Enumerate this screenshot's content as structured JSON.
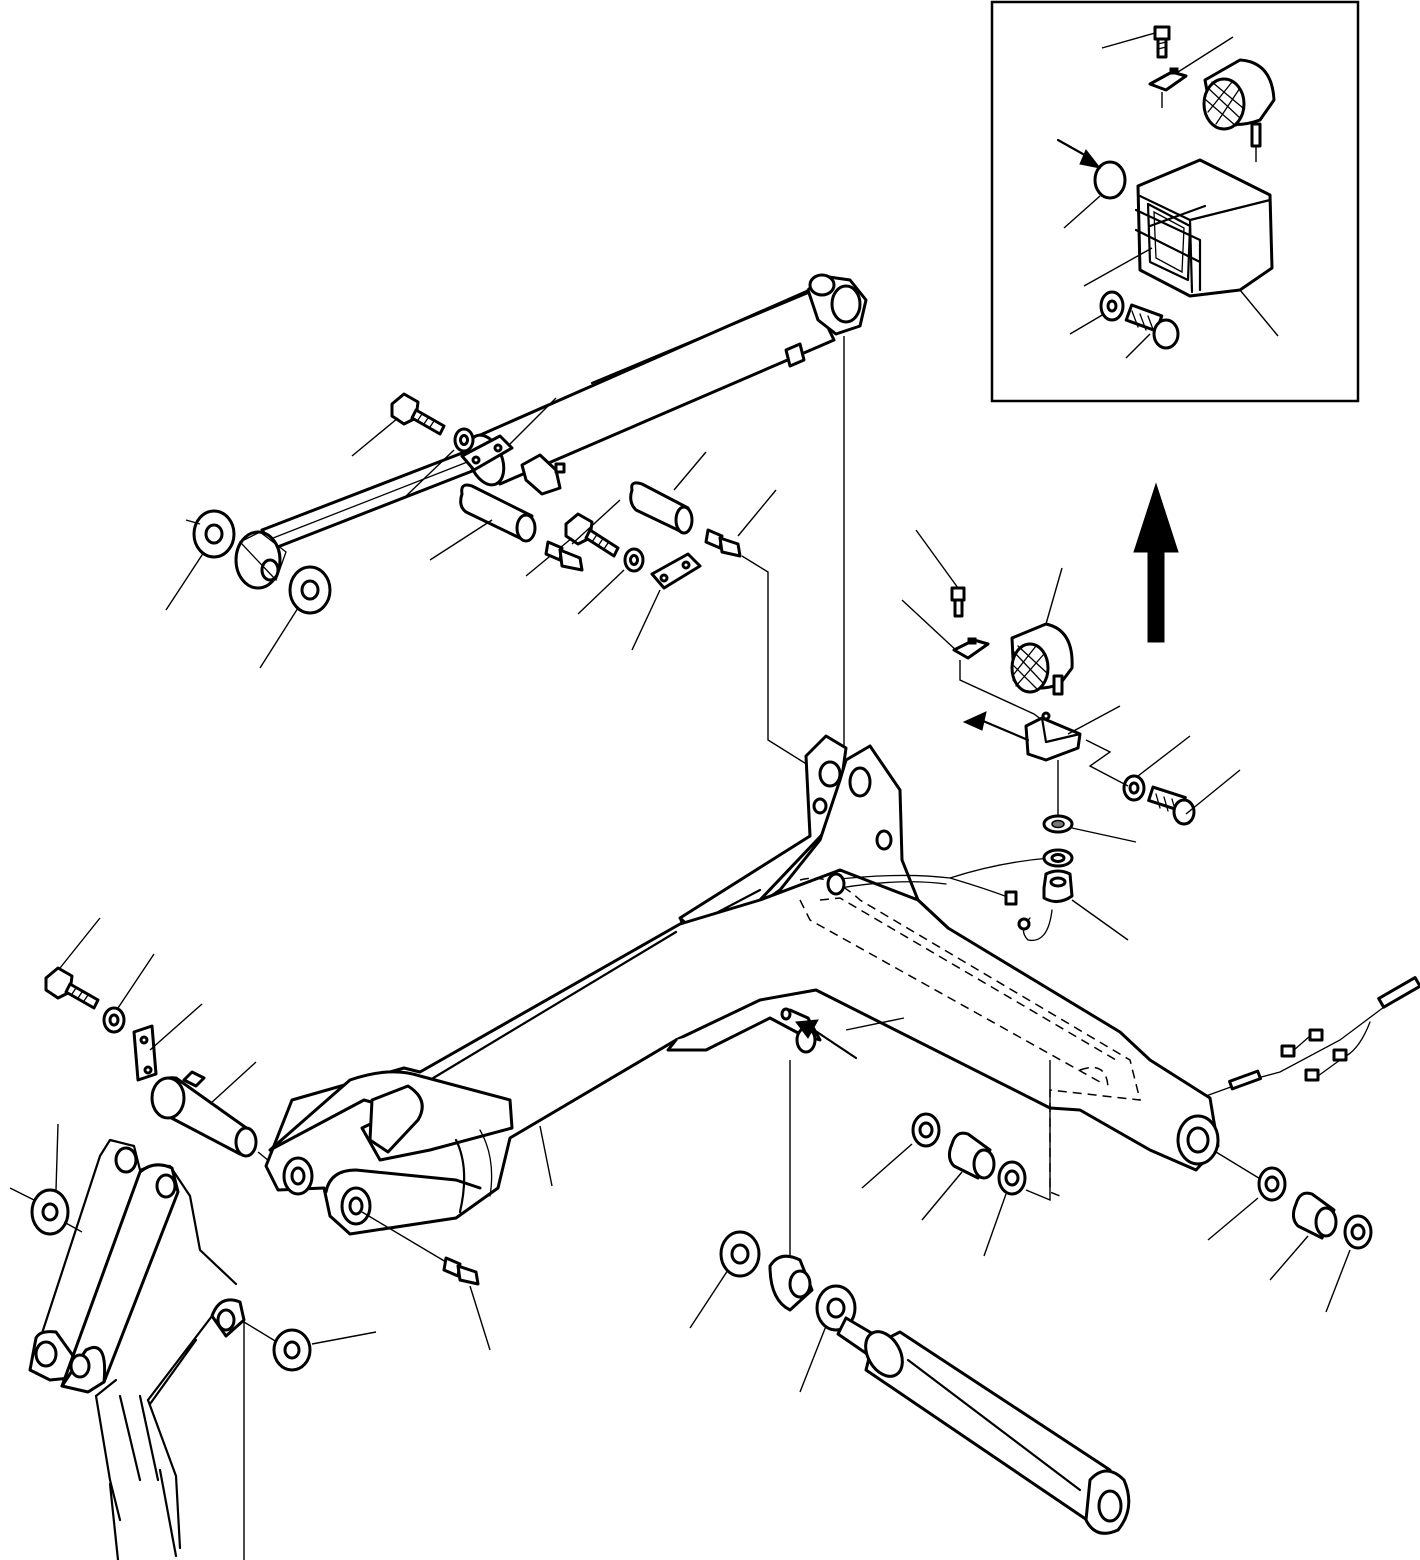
{
  "diagram": {
    "kind": "exploded-parts-view",
    "parts": [
      "boom-cylinder",
      "boom-arm",
      "lower-cylinder",
      "bucket-link-arm",
      "work-lamp",
      "lamp-guard",
      "pins",
      "bolts",
      "washers",
      "bushings",
      "grease-nipples",
      "lock-plates"
    ],
    "detail_inset": "lamp-guard-assembly",
    "direction_arrow": "up",
    "ink_color": "#000000",
    "paper_color": "#ffffff"
  }
}
